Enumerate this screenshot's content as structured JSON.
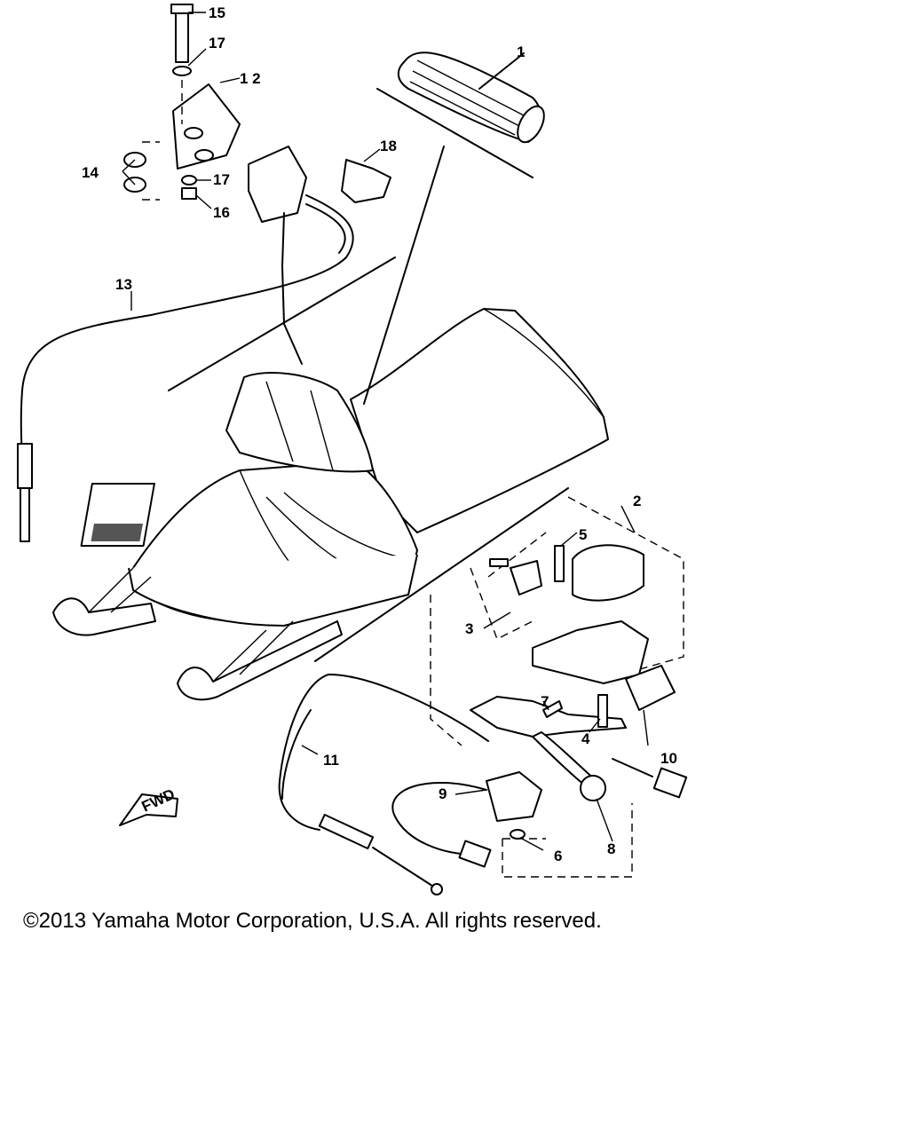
{
  "callouts": {
    "c1": "1",
    "c2": "2",
    "c3": "3",
    "c4": "4",
    "c5": "5",
    "c6": "6",
    "c7": "7",
    "c8": "8",
    "c9": "9",
    "c10": "10",
    "c11": "11",
    "c12": "1 2",
    "c13": "13",
    "c14": "14",
    "c15": "15",
    "c16": "16",
    "c17a": "17",
    "c17b": "17",
    "c18": "18"
  },
  "fwd_label": "FWD",
  "copyright": "©2013 Yamaha Motor Corporation, U.S.A. All rights reserved."
}
